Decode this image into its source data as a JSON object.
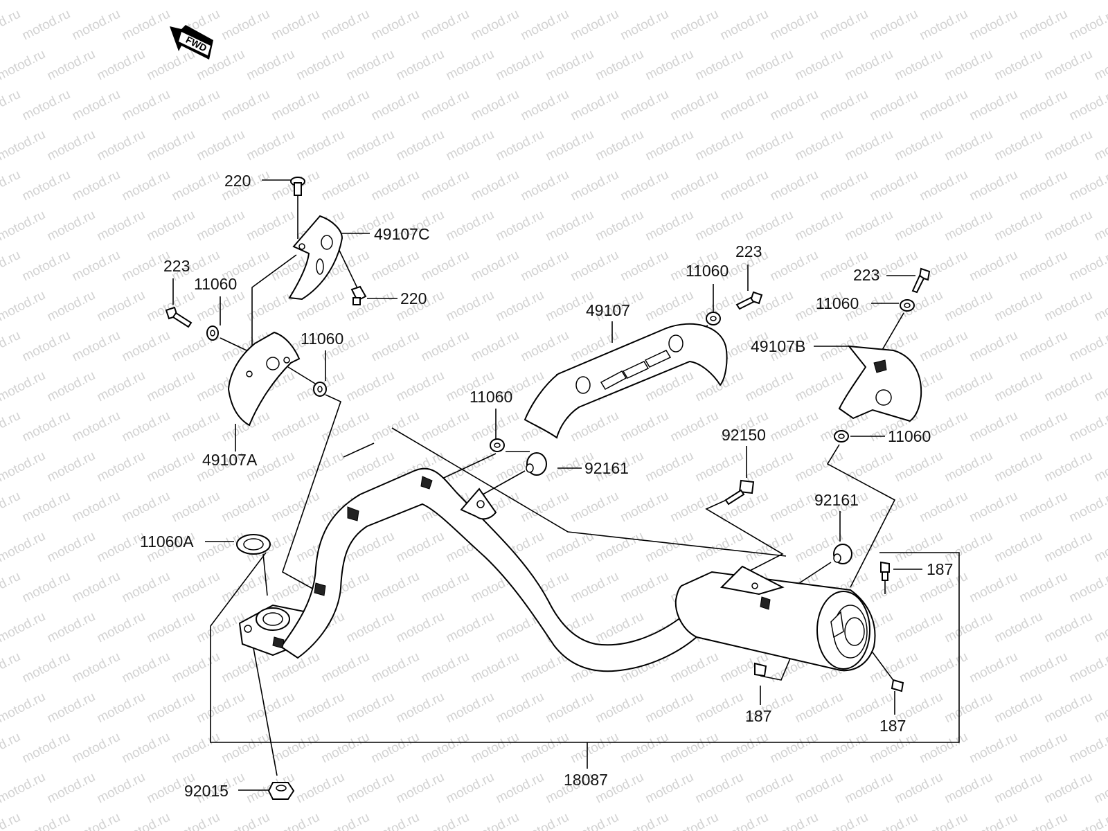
{
  "direction_marker": "FWD",
  "watermark": "motod.ru",
  "callouts": [
    {
      "id": "c-220-top",
      "text": "220"
    },
    {
      "id": "c-49107c",
      "text": "49107C"
    },
    {
      "id": "c-220-mid",
      "text": "220"
    },
    {
      "id": "c-223-left",
      "text": "223"
    },
    {
      "id": "c-11060-left",
      "text": "11060"
    },
    {
      "id": "c-11060-left2",
      "text": "11060"
    },
    {
      "id": "c-49107a",
      "text": "49107A"
    },
    {
      "id": "c-49107",
      "text": "49107"
    },
    {
      "id": "c-11060-center",
      "text": "11060"
    },
    {
      "id": "c-92161-center",
      "text": "92161"
    },
    {
      "id": "c-11060-upper",
      "text": "11060"
    },
    {
      "id": "c-223-upper",
      "text": "223"
    },
    {
      "id": "c-223-right",
      "text": "223"
    },
    {
      "id": "c-11060-right",
      "text": "11060"
    },
    {
      "id": "c-49107b",
      "text": "49107B"
    },
    {
      "id": "c-11060-right2",
      "text": "11060"
    },
    {
      "id": "c-92150",
      "text": "92150"
    },
    {
      "id": "c-92161-right",
      "text": "92161"
    },
    {
      "id": "c-187-right",
      "text": "187"
    },
    {
      "id": "c-187-bottom",
      "text": "187"
    },
    {
      "id": "c-187-bottom2",
      "text": "187"
    },
    {
      "id": "c-11060a",
      "text": "11060A"
    },
    {
      "id": "c-92015",
      "text": "92015"
    },
    {
      "id": "c-18087",
      "text": "18087"
    }
  ]
}
